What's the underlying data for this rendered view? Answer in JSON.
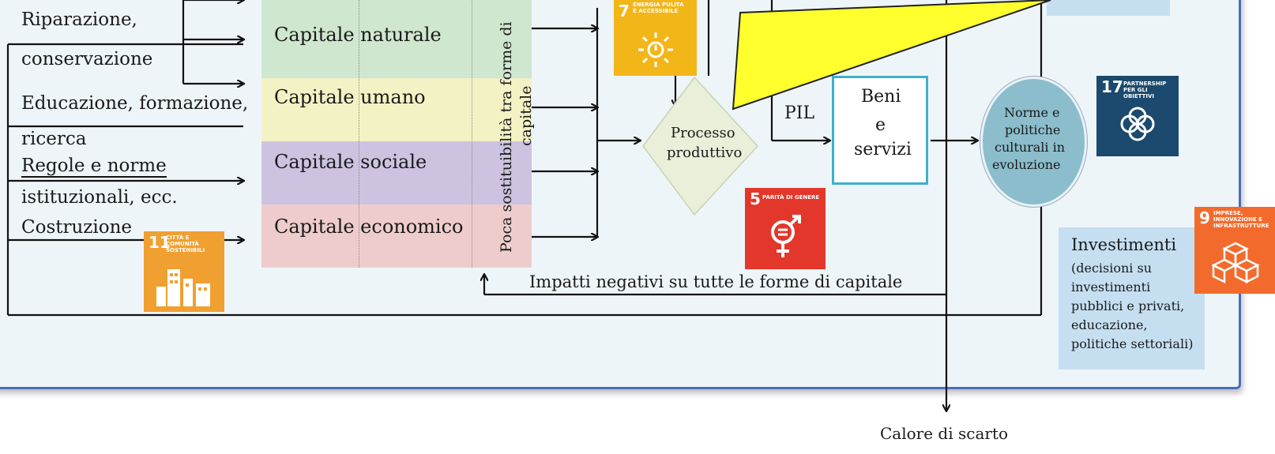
{
  "inputs": {
    "riparazione": "Riparazione,",
    "conservazione": "conservazione",
    "educazione": "Educazione, formazione,",
    "ricerca": "ricerca",
    "regole": "Regole e norme",
    "istituzionali": "istituzionali, ecc.",
    "costruzione": "Costruzione"
  },
  "capitals": [
    {
      "label": "Capitale naturale",
      "color": "#cfe6cf"
    },
    {
      "label": "Capitale umano",
      "color": "#f3f2c4"
    },
    {
      "label": "Capitale sociale",
      "color": "#cdc3e0"
    },
    {
      "label": "Capitale economico",
      "color": "#efcccc"
    }
  ],
  "substitutability": {
    "line1": "Poca sostituibilità tra forme di",
    "line2": "capitale"
  },
  "process": {
    "label1": "Processo",
    "label2": "produttivo"
  },
  "gdp": "PIL",
  "goods": {
    "line1": "Beni",
    "line2": "e",
    "line3": "servizi"
  },
  "norms": {
    "line1": "Norme e",
    "line2": "politiche",
    "line3": "culturali in",
    "line4": "evoluzione"
  },
  "investments": {
    "title": "Investimenti",
    "line1": "(decisioni su",
    "line2": "investimenti",
    "line3": "pubblici e privati,",
    "line4": "educazione,",
    "line5": "politiche settoriali)"
  },
  "negative_impacts": "Impatti negativi su tutte le forme di capitale",
  "waste_heat": "Calore di scarto",
  "sdg_icons": [
    {
      "number": "7",
      "caption": "Energia pulita e accessibile",
      "color": "#f2b619",
      "icon": "sun-power-icon"
    },
    {
      "number": "5",
      "caption": "Parità di genere",
      "color": "#e2372a",
      "icon": "gender-equality-icon"
    },
    {
      "number": "11",
      "caption": "Città e comunità sostenibili",
      "color": "#f0a031",
      "icon": "city-buildings-icon"
    },
    {
      "number": "17",
      "caption": "Partnership per gli obiettivi",
      "color": "#1c4a6e",
      "icon": "partnership-rings-icon"
    },
    {
      "number": "9",
      "caption": "Imprese, innovazione e infrastrutture",
      "color": "#f26b2d",
      "icon": "stacked-cubes-icon"
    }
  ]
}
